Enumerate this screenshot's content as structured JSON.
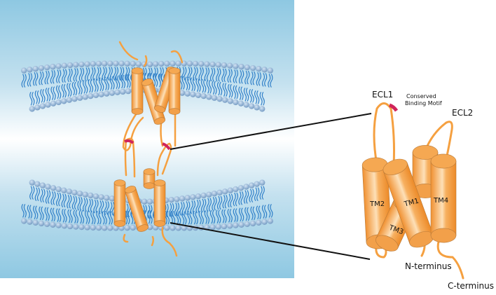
{
  "figure": {
    "description": "Two apposed cell membranes linked by tetraspan transmembrane proteins with enlarged view of one protein",
    "labels": {
      "ecl1": "ECL1",
      "motif_line1": "Conserved",
      "motif_line2": "Binding Motif",
      "ecl2": "ECL2",
      "tm1": "TM1",
      "tm2": "TM2",
      "tm3": "TM3",
      "tm4": "TM4",
      "n_terminus": "N-terminus",
      "c_terminus": "C-terminus"
    },
    "colors": {
      "protein": "#f5a040",
      "motif": "#d0245a",
      "lipid_head": "#7fa6cc",
      "lipid_tail": "#2f7fc8",
      "background_top": "#8ec8e2"
    }
  }
}
